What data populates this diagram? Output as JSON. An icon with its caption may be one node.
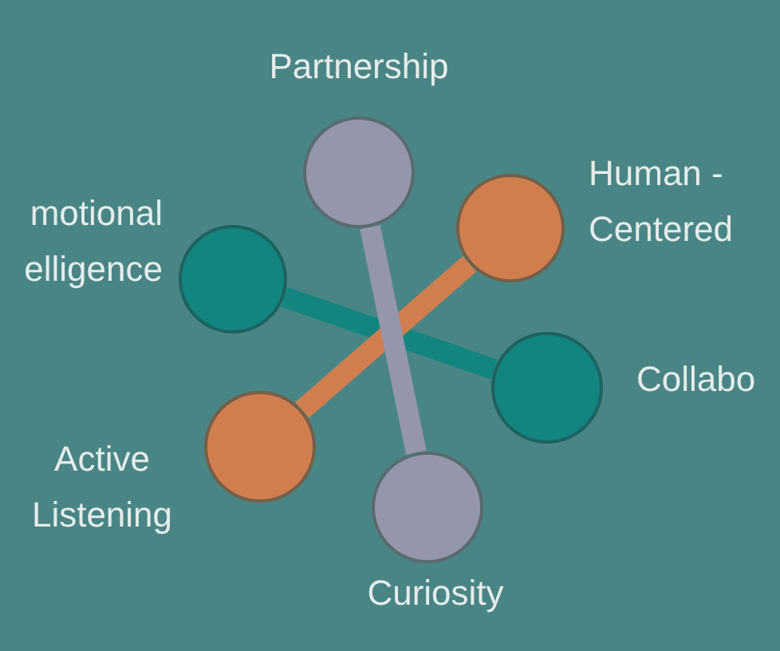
{
  "diagram": {
    "nodes": [
      {
        "text": [],
        "shape": "circle",
        "beside": [
          "Partnership"
        ]
      },
      {
        "text": [],
        "shape": "circle",
        "beside": [
          "Human - Centered"
        ]
      },
      {
        "text": [],
        "shape": "circle",
        "beside": [
          "motional elligence"
        ]
      },
      {
        "text": [],
        "shape": "circle",
        "beside": [
          "Collabo"
        ]
      },
      {
        "text": [],
        "shape": "circle",
        "beside": [
          "Active Listening"
        ]
      },
      {
        "text": [],
        "shape": "circle",
        "beside": [
          "Curiosity"
        ]
      }
    ],
    "edges": [
      {
        "from": 2,
        "to": 3,
        "arrow": "none",
        "color": "#12857f"
      },
      {
        "from": 1,
        "to": 4,
        "arrow": "none",
        "color": "#d17e4f"
      },
      {
        "from": 0,
        "to": 5,
        "arrow": "none",
        "color": "#9497aa"
      }
    ]
  }
}
